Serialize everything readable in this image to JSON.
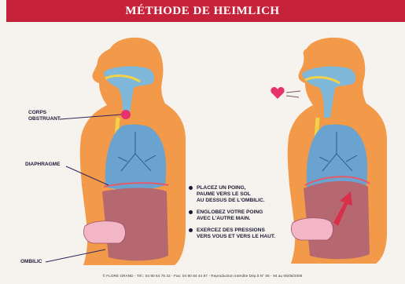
{
  "title": "MÉTHODE DE HEIMLICH",
  "labels": {
    "object_line1": "CORPS",
    "object_line2": "OBSTRUANT",
    "diaphragm": "DIAPHRAGME",
    "navel": "OMBILIC"
  },
  "steps": [
    {
      "line1": "PLACEZ UN POING,",
      "line2": "PAUME VERS LE SOL",
      "line3": "AU DESSUS DE L'OMBILIC."
    },
    {
      "line1": "ENGLOBEZ VOTRE POING",
      "line2": "AVEC L'AUTRE MAIN."
    },
    {
      "line1": "EXERCEZ DES PRESSIONS",
      "line2": "VERS VOUS ET VERS LE HAUT."
    }
  ],
  "footer": "© FLORE GRAND - Tél.: 04 90 84 75 32 - Fax: 04 90 84 44 87 - Reproduction interdite Dép.lt N° 06 - 94 au 05/06/2006",
  "colors": {
    "banner": "#c6223a",
    "skin": "#f2994a",
    "airway": "#7fb8d8",
    "lung": "#6aa3cf",
    "abdomen": "#b5686f",
    "hand": "#f2b6c7",
    "object": "#e6336b",
    "spine": "#f3d24a"
  }
}
